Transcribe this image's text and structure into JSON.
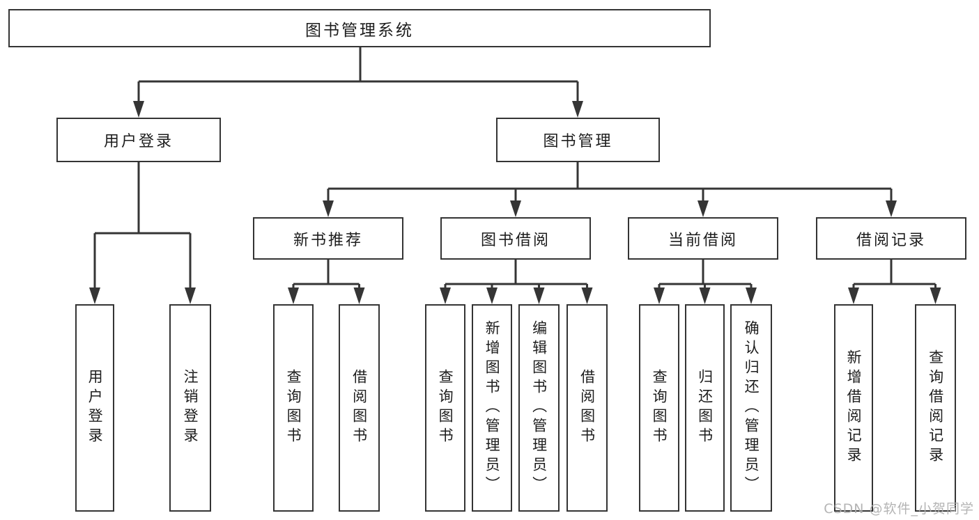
{
  "tree": {
    "label": "图书管理系统",
    "children": [
      {
        "label": "用户登录",
        "children": [
          {
            "label": "用户登录"
          },
          {
            "label": "注销登录"
          }
        ]
      },
      {
        "label": "图书管理",
        "children": [
          {
            "label": "新书推荐",
            "children": [
              {
                "label": "查询图书"
              },
              {
                "label": "借阅图书"
              }
            ]
          },
          {
            "label": "图书借阅",
            "children": [
              {
                "label": "查询图书"
              },
              {
                "label": "新增图书（管理员）"
              },
              {
                "label": "编辑图书（管理员）"
              },
              {
                "label": "借阅图书"
              }
            ]
          },
          {
            "label": "当前借阅",
            "children": [
              {
                "label": "查询图书"
              },
              {
                "label": "归还图书"
              },
              {
                "label": "确认归还（管理员）"
              }
            ]
          },
          {
            "label": "借阅记录",
            "children": [
              {
                "label": "新增借阅记录"
              },
              {
                "label": "查询借阅记录"
              }
            ]
          }
        ]
      }
    ]
  },
  "watermark": "CSDN @软件_小贺同学",
  "colors": {
    "line": "#353535",
    "box_border": "#343434",
    "box_fill": "#ffffff",
    "text": "#1d1d1d",
    "watermark": "#aeaeae",
    "background": "#ffffff"
  }
}
